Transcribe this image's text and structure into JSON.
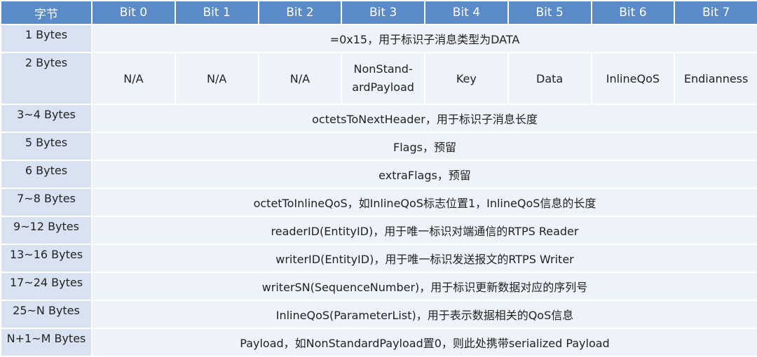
{
  "header": {
    "byte_label": "字节",
    "bits": [
      "Bit 0",
      "Bit 1",
      "Bit 2",
      "Bit 3",
      "Bit 4",
      "Bit 5",
      "Bit 6",
      "Bit 7"
    ]
  },
  "rows": [
    {
      "label": "1 Bytes",
      "value": "=0x15，用于标识子消息类型为DATA"
    },
    {
      "label": "2 Bytes",
      "bits": [
        "N/A",
        "N/A",
        "N/A",
        "NonStand-ardPayload",
        "Key",
        "Data",
        "InlineQoS",
        "Endianness"
      ]
    },
    {
      "label": "3~4 Bytes",
      "value": "octetsToNextHeader，用于标识子消息长度"
    },
    {
      "label": "5 Bytes",
      "value": "Flags，预留"
    },
    {
      "label": "6 Bytes",
      "value": "extraFlags，预留"
    },
    {
      "label": "7~8 Bytes",
      "value": "octetToInlineQoS，如InlineQoS标志位置1，InlineQoS信息的长度"
    },
    {
      "label": "9~12 Bytes",
      "value": "readerID(EntityID)，用于唯一标识对端通信的RTPS Reader"
    },
    {
      "label": "13~16 Bytes",
      "value": "writerID(EntityID)，用于唯一标识发送报文的RTPS Writer"
    },
    {
      "label": "17~24 Bytes",
      "value": "writerSN(SequenceNumber)，用于标识更新数据对应的序列号"
    },
    {
      "label": "25~N Bytes",
      "value": "InlineQoS(ParameterList)，用于表示数据相关的QoS信息"
    },
    {
      "label": "N+1~M Bytes",
      "value": "Payload，如NonStandardPayload置0，则此处携带serialized Payload"
    }
  ],
  "colors": {
    "header_bg": "#5b8ac9",
    "label_bg": "#d9e2f1",
    "value_bg": "#eef2f9"
  }
}
